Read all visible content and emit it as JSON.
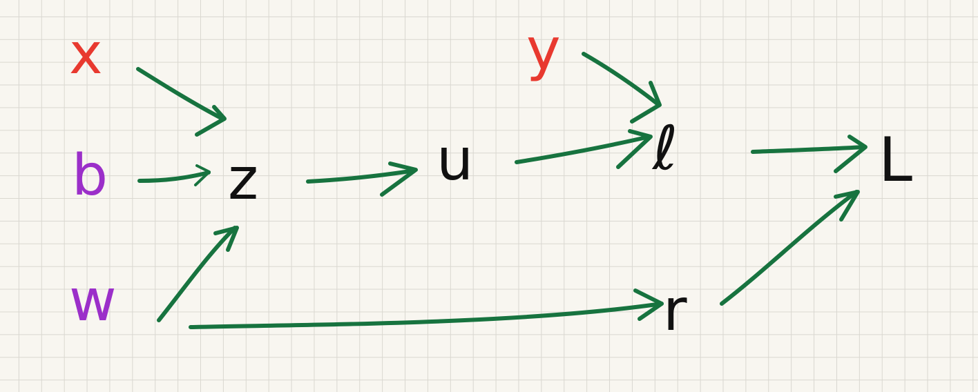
{
  "nodes": {
    "x": {
      "label": "x",
      "color": "#e8392f"
    },
    "b": {
      "label": "b",
      "color": "#9b2fc9"
    },
    "w": {
      "label": "w",
      "color": "#9b2fc9"
    },
    "z": {
      "label": "z",
      "color": "#111111"
    },
    "u": {
      "label": "u",
      "color": "#111111"
    },
    "y": {
      "label": "y",
      "color": "#e8392f"
    },
    "l": {
      "label": "ℓ",
      "color": "#111111"
    },
    "r": {
      "label": "r",
      "color": "#111111"
    },
    "L": {
      "label": "L",
      "color": "#111111"
    }
  },
  "edges": [
    {
      "from": "x",
      "to": "z"
    },
    {
      "from": "b",
      "to": "z"
    },
    {
      "from": "w",
      "to": "z"
    },
    {
      "from": "w",
      "to": "r"
    },
    {
      "from": "z",
      "to": "u"
    },
    {
      "from": "u",
      "to": "l"
    },
    {
      "from": "y",
      "to": "l"
    },
    {
      "from": "l",
      "to": "L"
    },
    {
      "from": "r",
      "to": "L"
    }
  ],
  "colors": {
    "arrow": "#17733f",
    "grid_background": "#f8f6f0",
    "grid_line": "#d9d7d0"
  }
}
